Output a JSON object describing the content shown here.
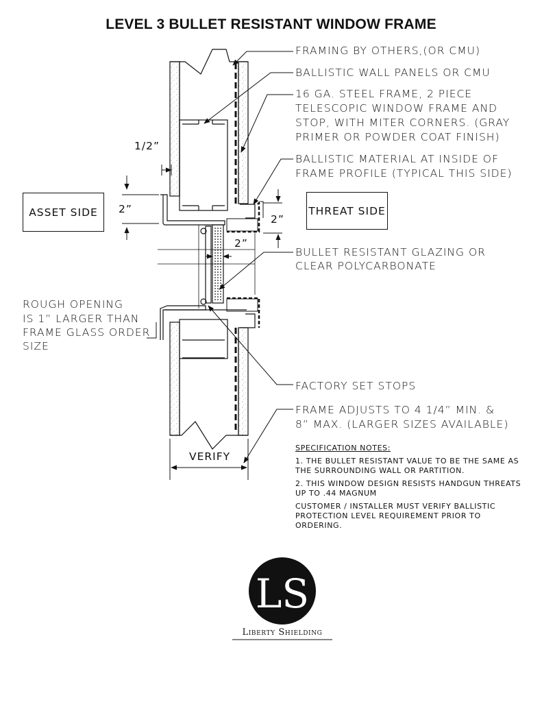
{
  "title": "LEVEL 3 BULLET RESISTANT WINDOW FRAME",
  "callouts": {
    "framing": "FRAMING BY OTHERS,(OR CMU)",
    "panels": "BALLISTIC WALL PANELS OR CMU",
    "frame_1": "16 GA. STEEL FRAME, 2 PIECE",
    "frame_2": "TELESCOPIC WINDOW FRAME AND",
    "frame_3": "STOP, WITH MITER CORNERS. (GRAY",
    "frame_4": "PRIMER OR POWDER COAT FINISH)",
    "material_1": "BALLISTIC MATERIAL AT INSIDE OF",
    "material_2": "FRAME PROFILE (TYPICAL THIS SIDE)",
    "glazing_1": "BULLET RESISTANT GLAZING OR",
    "glazing_2": "CLEAR POLYCARBONATE",
    "rough_1": "ROUGH OPENING",
    "rough_2": "IS 1” LARGER THAN",
    "rough_3": "FRAME GLASS ORDER",
    "rough_4": "SIZE",
    "stops": "FACTORY SET STOPS",
    "adjust_1": "FRAME ADJUSTS TO 4 1/4” MIN. &",
    "adjust_2": "8” MAX. (LARGER SIZES AVAILABLE)"
  },
  "sides": {
    "asset": "ASSET SIDE",
    "threat": "THREAT SIDE"
  },
  "dimensions": {
    "half_inch": "1/2”",
    "left_2": "2”",
    "right_2": "2”",
    "bottom_2": "2”",
    "verify": "VERIFY"
  },
  "spec_notes": {
    "header": "SPECIFICATION NOTES:",
    "note1": "1. THE BULLET RESISTANT VALUE TO BE THE SAME AS THE SURROUNDING WALL OR PARTITION.",
    "note2": "2. THIS WINDOW DESIGN RESISTS HANDGUN THREATS UP TO .44 MAGNUM",
    "note3": "CUSTOMER / INSTALLER MUST VERIFY BALLISTIC PROTECTION LEVEL REQUIREMENT PRIOR TO ORDERING."
  },
  "logo": {
    "monogram": "LS",
    "name": "Liberty Shielding"
  }
}
